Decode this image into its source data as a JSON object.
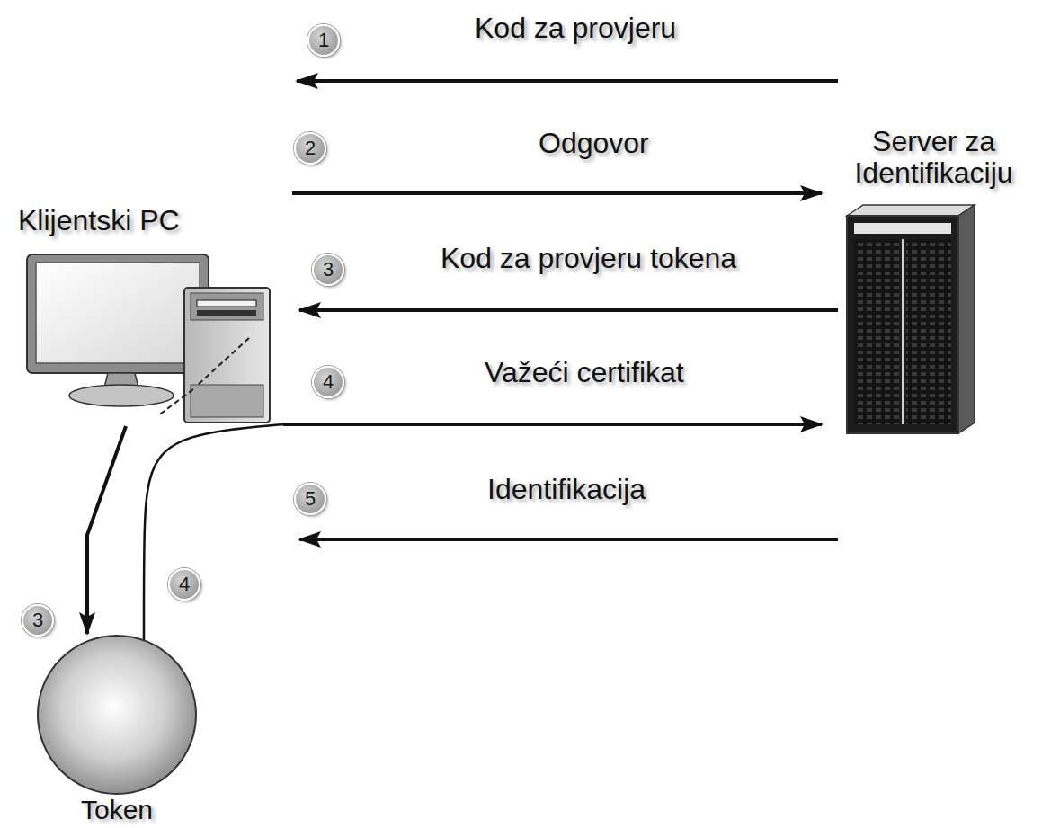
{
  "diagram": {
    "nodes": [
      {
        "text": [
          "Klijentski PC"
        ]
      },
      {
        "text": [
          "Server za Identifikaciju"
        ]
      },
      {
        "text": [
          "Token"
        ]
      }
    ],
    "edges": [
      {
        "from": 1,
        "to": 0,
        "label": "Kod za provjeru",
        "arrow": "to"
      },
      {
        "from": 0,
        "to": 1,
        "label": "Odgovor",
        "arrow": "to"
      },
      {
        "from": 1,
        "to": 0,
        "label": "Kod za provjeru tokena",
        "arrow": "to"
      },
      {
        "from": 0,
        "to": 1,
        "label": "Važeći certifikat",
        "arrow": "to"
      },
      {
        "from": 1,
        "to": 0,
        "label": "Identifikacija",
        "arrow": "to"
      },
      {
        "from": 0,
        "to": 2,
        "arrow": "to"
      },
      {
        "from": 2,
        "to": 0,
        "arrow": "none"
      }
    ],
    "labels": [
      "1",
      "2",
      "3",
      "4",
      "5",
      "3",
      "4"
    ]
  }
}
